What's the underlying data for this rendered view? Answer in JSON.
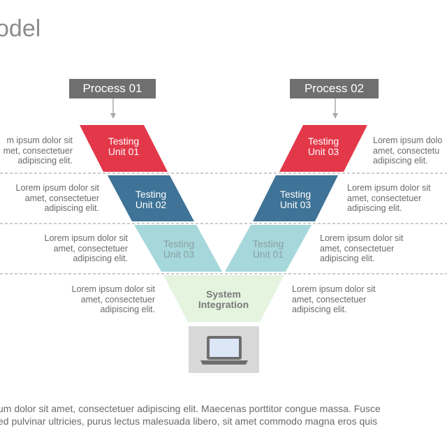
{
  "title": "odel",
  "processes": [
    {
      "label": "Process 01"
    },
    {
      "label": "Process 02"
    }
  ],
  "units": [
    {
      "line1": "Testing",
      "line2": "Unit 01",
      "color": "#e3384a",
      "text_color": "#ffffff"
    },
    {
      "line1": "Testing",
      "line2": "Unit 02",
      "color": "#3f7397",
      "text_color": "#ffffff"
    },
    {
      "line1": "Testing",
      "line2": "Unit 03",
      "color": "#a6d8db",
      "text_color": "#8a9ea0"
    },
    {
      "line1": "Testing",
      "line2": "Unit 03",
      "color": "#e3384a",
      "text_color": "#ffffff"
    },
    {
      "line1": "Testing",
      "line2": "Unit 03",
      "color": "#3f7397",
      "text_color": "#ffffff"
    },
    {
      "line1": "Testing",
      "line2": "Unit 01",
      "color": "#a6d8db",
      "text_color": "#8a9ea0"
    }
  ],
  "integration": {
    "line1": "System",
    "line2": "Integration",
    "color": "#e4f4df",
    "text_color": "#7a7a7a"
  },
  "laptop_icon": "laptop-icon",
  "notes": {
    "left": [
      {
        "l1": "m ipsum dolor sit",
        "l2": "met, consectetuer",
        "l3": "adipiscing elit."
      },
      {
        "l1": "Lorem ipsum dolor sit",
        "l2": "amet, consectetuer",
        "l3": "adipiscing elit."
      },
      {
        "l1": "Lorem ipsum dolor sit",
        "l2": "amet, consectetuer",
        "l3": "adipiscing elit."
      },
      {
        "l1": "Lorem ipsum dolor sit",
        "l2": "amet, consectetuer",
        "l3": "adipiscing elit."
      }
    ],
    "right": [
      {
        "l1": "Lorem ipsum dolo",
        "l2": "amet, consectetu",
        "l3": "adipiscing elit."
      },
      {
        "l1": "Lorem ipsum dolor sit",
        "l2": "amet, consectetuer",
        "l3": "adipiscing elit."
      },
      {
        "l1": "Lorem ipsum dolor sit",
        "l2": "amet, consectetuer",
        "l3": "adipiscing elit."
      },
      {
        "l1": "Lorem ipsum dolor sit",
        "l2": "amet, consectetuer",
        "l3": "adipiscing elit."
      }
    ]
  },
  "footer": {
    "line1": "sum dolor sit amet, consectetuer adipiscing elit. Maecenas porttitor congue massa. Fusce",
    "line2": " sed pulvinar ultricies, purus lectus malesuada libero, sit amet commodo magna eros quis"
  }
}
